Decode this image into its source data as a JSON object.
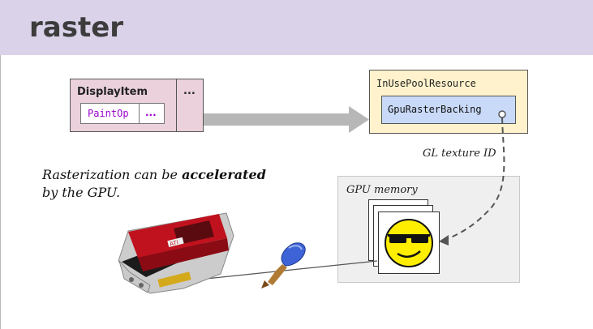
{
  "slide": {
    "title": "raster"
  },
  "display_item": {
    "label": "DisplayItem",
    "more": "...",
    "paint_op": "PaintOp",
    "paint_op_more": "..."
  },
  "resource": {
    "pool_label": "InUsePoolResource",
    "backing_label": "GpuRasterBacking",
    "texture_edge_label": "GL texture ID"
  },
  "gpu_memory": {
    "label": "GPU memory"
  },
  "caption": {
    "before": "Rasterization can be ",
    "emphasis": "accelerated",
    "line2": "by the GPU."
  },
  "colors": {
    "title_bar": "#d9d2e9",
    "display_item": "#ead1dc",
    "paint_op_text": "#9900cc",
    "pool": "#fff2cc",
    "backing": "#c9daf8",
    "gpu_memory": "#efefef",
    "arrow": "#b7b7b7"
  },
  "icons": [
    "graphics-card-icon",
    "paint-brush-icon",
    "cool-smiley-icon"
  ]
}
